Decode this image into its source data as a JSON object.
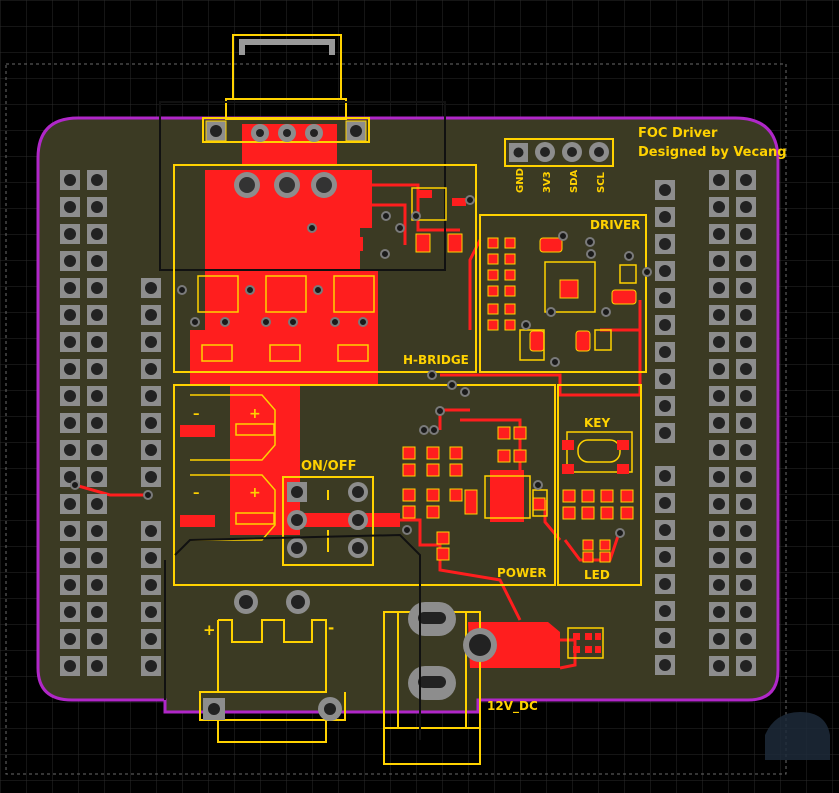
{
  "board": {
    "title": "FOC Driver",
    "subtitle": "Designed by Vecang",
    "colors": {
      "background": "#000000",
      "grid": "#2a2a2a",
      "board": "#3b3a23",
      "outline": "#b027c8",
      "copper": "#ff1e1e",
      "silkscreen": "#ffd200",
      "pad": "#8d8d8d"
    }
  },
  "header": {
    "pins": [
      "GND",
      "3V3",
      "SDA",
      "SCL"
    ]
  },
  "sections": {
    "hbridge": "H-BRIDGE",
    "driver": "DRIVER",
    "power": "POWER",
    "key": "KEY",
    "led": "LED",
    "switch": "ON/OFF",
    "dc_jack": "12V_DC"
  },
  "polarity": {
    "cap_minus": "–",
    "cap_plus": "+",
    "term_plus": "+",
    "term_minus": "-"
  }
}
